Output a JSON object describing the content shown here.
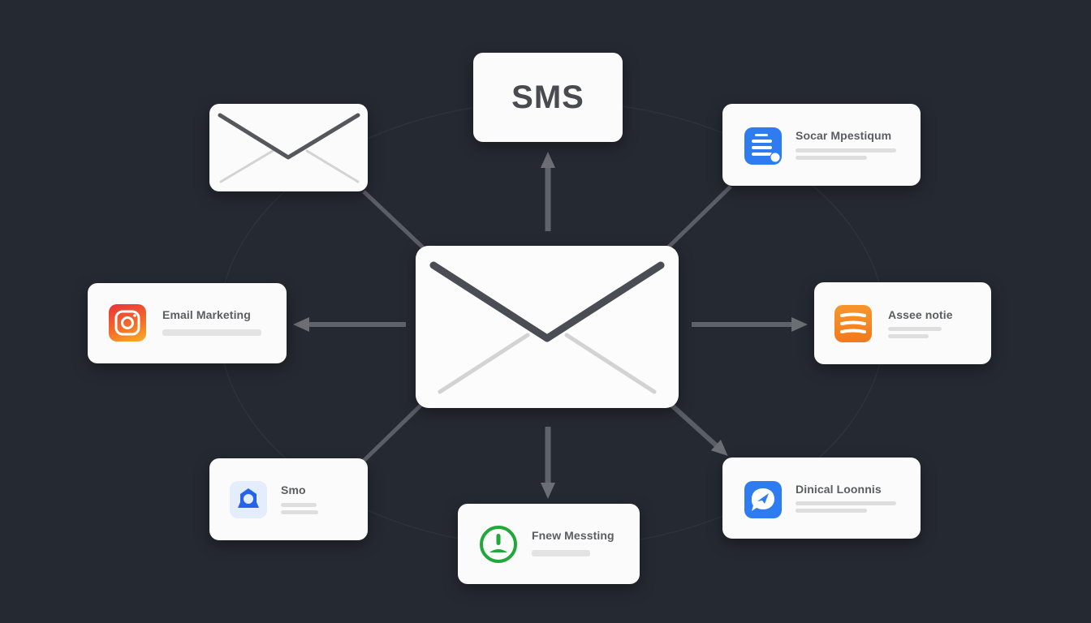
{
  "diagram": {
    "background_color": "#252932",
    "hub": {
      "name": "central-email",
      "icon": "envelope-icon"
    },
    "nodes": [
      {
        "id": "top",
        "title": "SMS",
        "type": "title-card"
      },
      {
        "id": "top-left",
        "icon": "envelope-icon",
        "type": "icon-only-card"
      },
      {
        "id": "top-right",
        "label": "Socar Mpestiqum",
        "icon": "document-list-icon",
        "icon_color": "#2f7cf0"
      },
      {
        "id": "left",
        "label": "Email Marketing",
        "icon": "instagram-icon",
        "icon_color": "#f05a2a"
      },
      {
        "id": "right",
        "label": "Assee notie",
        "icon": "menu-lines-icon",
        "icon_color": "#f58a20"
      },
      {
        "id": "bottom-left",
        "label": "Smo",
        "icon": "location-pin-icon",
        "icon_color": "#2563eb"
      },
      {
        "id": "bottom",
        "label": "Fnew Messting",
        "icon": "alert-circle-icon",
        "icon_color": "#22a83a"
      },
      {
        "id": "bottom-right",
        "label": "Dinical Loonnis",
        "icon": "chat-bubble-icon",
        "icon_color": "#2f7cf0"
      }
    ],
    "connectors": [
      {
        "from": "hub",
        "to": "top",
        "arrow": "end"
      },
      {
        "from": "hub",
        "to": "top-left",
        "arrow": "none"
      },
      {
        "from": "hub",
        "to": "top-right",
        "arrow": "none"
      },
      {
        "from": "hub",
        "to": "left",
        "arrow": "end"
      },
      {
        "from": "hub",
        "to": "right",
        "arrow": "end"
      },
      {
        "from": "hub",
        "to": "bottom-left",
        "arrow": "none"
      },
      {
        "from": "hub",
        "to": "bottom",
        "arrow": "end"
      },
      {
        "from": "hub",
        "to": "bottom-right",
        "arrow": "end"
      }
    ]
  }
}
